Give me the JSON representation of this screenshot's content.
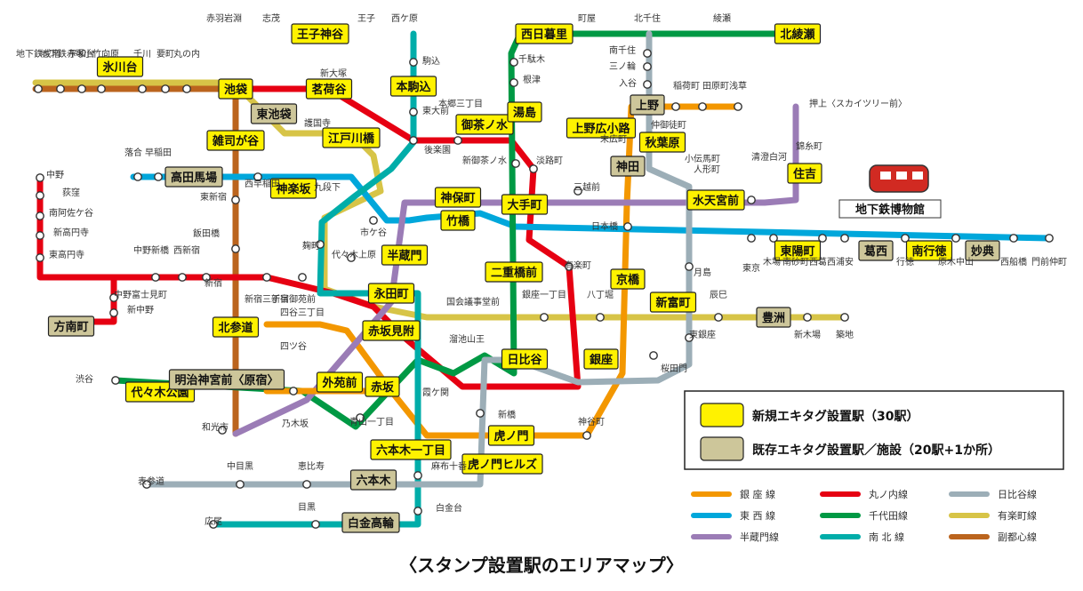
{
  "colors": {
    "ginza": "#f39700",
    "marunouchi": "#e60012",
    "hibiya": "#9caeb7",
    "tozai": "#00a7db",
    "chiyoda": "#009944",
    "yurakucho": "#d7c447",
    "hanzomon": "#9b7cb6",
    "namboku": "#00ada9",
    "fukutoshin": "#bb641d",
    "new_fill": "#fff200",
    "existing_fill": "#cdc69a"
  },
  "map": {
    "new_stations": [
      "池袋",
      "茗荷谷",
      "本駒込",
      "王子神谷",
      "西日暮里",
      "北綾瀬",
      "氷川台",
      "雑司が谷",
      "江戸川橋",
      "御茶ノ水",
      "湯島",
      "上野広小路",
      "秋葉原",
      "住吉",
      "神楽坂",
      "神保町",
      "大手町",
      "水天宮前",
      "竹橋",
      "半蔵門",
      "東陽町",
      "南行徳",
      "永田町",
      "赤坂見附",
      "二重橋前",
      "京橋",
      "新富町",
      "北参道",
      "外苑前",
      "日比谷",
      "銀座",
      "代々木公園",
      "赤坂",
      "虎ノ門",
      "六本木一丁目",
      "虎ノ門ヒルズ"
    ],
    "existing_stations": [
      "東池袋",
      "上野",
      "神田",
      "高田馬場",
      "葛西",
      "妙典",
      "豊洲",
      "方南町",
      "明治神宮前〈原宿〉",
      "六本木",
      "白金高輪"
    ],
    "small_labels": [
      "赤羽岩淵",
      "志茂",
      "王子",
      "西ケ原",
      "駒込",
      "東大前",
      "本郷三丁目",
      "後楽園",
      "新大塚",
      "護国寺",
      "町屋",
      "北千住",
      "綾瀬",
      "千駄木",
      "根津",
      "南千住",
      "三ノ輪",
      "入谷",
      "稲荷町",
      "田原町",
      "浅草",
      "仲御徒町",
      "末広町",
      "小伝馬町",
      "人形町",
      "清澄白河",
      "押上〈スカイツリー前〉",
      "錦糸町",
      "淡路町",
      "新御茶ノ水",
      "三越前",
      "日本橋",
      "木場",
      "南砂町",
      "西葛西",
      "浦安",
      "行徳",
      "原木中山",
      "西船橋",
      "門前仲町",
      "東京",
      "有楽町",
      "銀座一丁目",
      "八丁堀",
      "月島",
      "辰巳",
      "新木場",
      "築地",
      "東銀座",
      "桜田門",
      "国会議事堂前",
      "溜池山王",
      "霞ケ関",
      "新橋",
      "神谷町",
      "麻布十番",
      "白金台",
      "目黒",
      "広尾",
      "恵比寿",
      "中目黒",
      "表参道",
      "乃木坂",
      "青山一丁目",
      "四ツ谷",
      "四谷三丁目",
      "新宿御苑前",
      "新宿三丁目",
      "新宿",
      "西新宿",
      "中野新橋",
      "中野富士見町",
      "新中野",
      "東高円寺",
      "新高円寺",
      "南阿佐ケ谷",
      "荻窪",
      "中野",
      "落合",
      "早稲田",
      "西早稲田",
      "東新宿",
      "飯田橋",
      "九段下",
      "市ケ谷",
      "麹町",
      "代々木上原",
      "渋谷",
      "和光市",
      "地下鉄成増",
      "地下鉄赤塚",
      "平和台",
      "小竹向原",
      "千川",
      "要町",
      "丸の内"
    ],
    "museum_label": "地下鉄博物館"
  },
  "legend": {
    "new_label": "新規エキタグ設置駅（30駅）",
    "existing_label": "既存エキタグ設置駅／施設（20駅+1か所）",
    "lines": [
      {
        "name": "銀 座 線",
        "color": "#f39700"
      },
      {
        "name": "丸ノ内線",
        "color": "#e60012"
      },
      {
        "name": "日比谷線",
        "color": "#9caeb7"
      },
      {
        "name": "東 西 線",
        "color": "#00a7db"
      },
      {
        "name": "千代田線",
        "color": "#009944"
      },
      {
        "name": "有楽町線",
        "color": "#d7c447"
      },
      {
        "name": "半蔵門線",
        "color": "#9b7cb6"
      },
      {
        "name": "南 北 線",
        "color": "#00ada9"
      },
      {
        "name": "副都心線",
        "color": "#bb641d"
      }
    ]
  },
  "caption": "〈スタンプ設置駅のエリアマップ〉"
}
